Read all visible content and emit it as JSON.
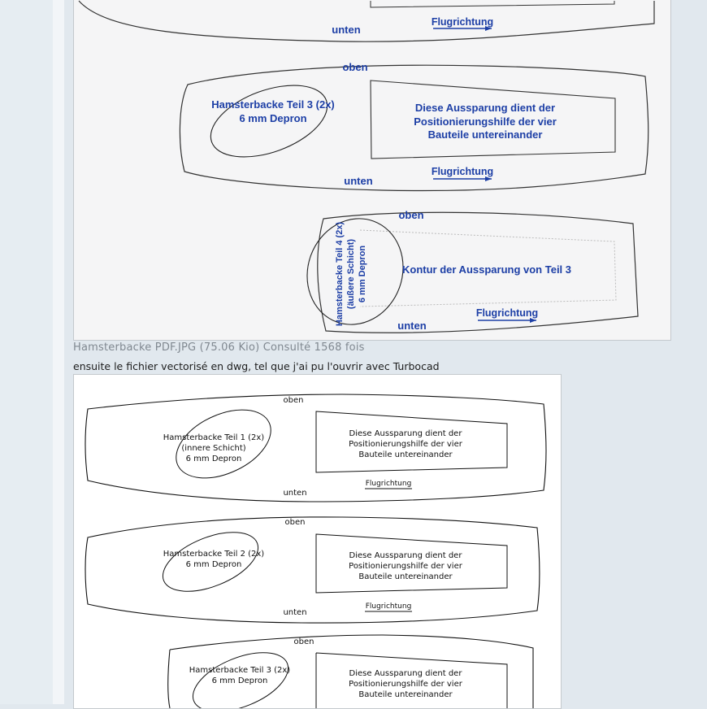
{
  "image1": {
    "part_top": {
      "bottom_label": "unten",
      "direction_label": "Flugrichtung"
    },
    "part_teil3": {
      "top_label": "oben",
      "title": "Hamsterbacke Teil 3 (2x)",
      "material": "6 mm Depron",
      "note_lines": [
        "Diese Aussparung dient der",
        "Positionierungshilfe der vier",
        "Bauteile untereinander"
      ],
      "direction_label": "Flugrichtung",
      "bottom_label": "unten"
    },
    "part_teil4": {
      "top_label": "oben",
      "rotated_lines": [
        "Hamsterbacke Teil 4 (2x)",
        "(äußere Schicht)",
        "6 mm Depron"
      ],
      "contour_label": "Kontur der Aussparung von Teil 3",
      "direction_label": "Flugrichtung",
      "bottom_label": "unten"
    }
  },
  "attachment": {
    "caption": "Hamsterbacke PDF.JPG (75.06 Kio) Consulté 1568 fois"
  },
  "post": {
    "text": "ensuite le fichier vectorisé en dwg, tel que j'ai pu l'ouvrir avec Turbocad"
  },
  "image2": {
    "part_teil1": {
      "top_label": "oben",
      "title_lines": [
        "Hamsterbacke Teil 1 (2x)",
        "(innere Schicht)",
        "6 mm Depron"
      ],
      "note_lines": [
        "Diese Aussparung dient der",
        "Positionierungshilfe der vier",
        "Bauteile untereinander"
      ],
      "bottom_label": "unten",
      "direction_label": "Flugrichtung"
    },
    "part_teil2": {
      "top_label": "oben",
      "title_lines": [
        "Hamsterbacke Teil 2 (2x)",
        "6 mm Depron"
      ],
      "note_lines": [
        "Diese Aussparung dient der",
        "Positionierungshilfe der vier",
        "Bauteile untereinander"
      ],
      "bottom_label": "unten",
      "direction_label": "Flugrichtung"
    },
    "part_teil3": {
      "top_label": "oben",
      "title_lines": [
        "Hamsterbacke Teil 3 (2x)",
        "6 mm Depron"
      ],
      "note_lines": [
        "Diese Aussparung dient der",
        "Positionierungshilfe der vier",
        "Bauteile untereinander"
      ]
    }
  }
}
